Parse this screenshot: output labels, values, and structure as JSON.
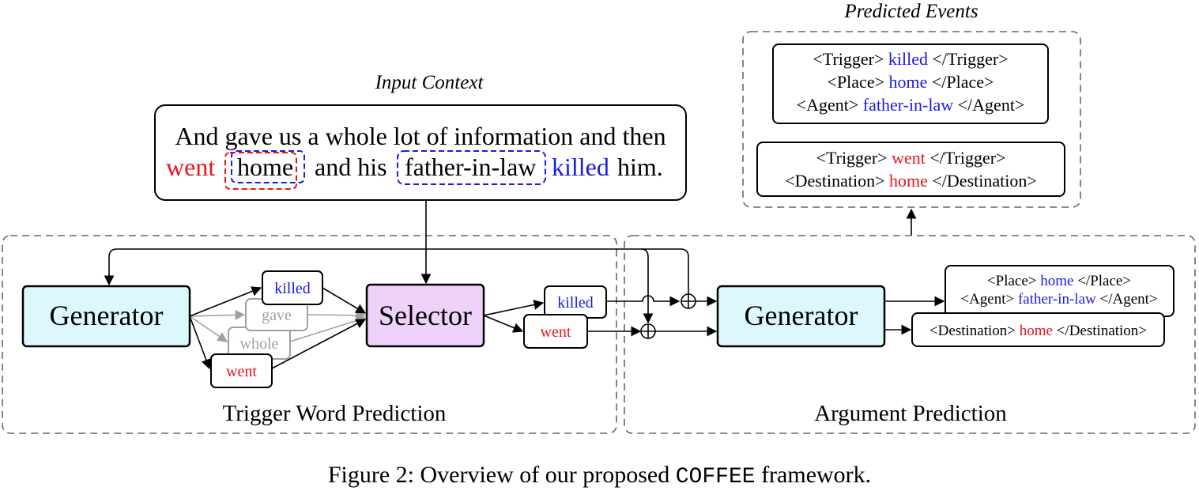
{
  "colors": {
    "trigger_red": "#e8141c",
    "trigger_blue": "#1a1ae6",
    "generator_fill": "#dcf8fc",
    "selector_fill": "#eed2fa",
    "faded_gray": "#a0a0a0"
  },
  "input_context": {
    "label": "Input Context",
    "line1": "And gave us a whole lot of information and then",
    "line2": {
      "went": "went",
      "home": "home",
      "and_his": "and his",
      "father_in_law": "father-in-law",
      "killed": "killed",
      "him": "him."
    }
  },
  "trigger_section": {
    "label": "Trigger Word Prediction",
    "generator": "Generator",
    "selector": "Selector",
    "candidates": [
      "killed",
      "gave",
      "whole",
      "went"
    ],
    "selected": [
      "killed",
      "went"
    ]
  },
  "argument_section": {
    "label": "Argument Prediction",
    "generator": "Generator",
    "output_1": {
      "place_open": "<Place>",
      "place": "home",
      "place_close": "</Place>",
      "agent_open": "<Agent>",
      "agent": "father-in-law",
      "agent_close": "</Agent>"
    },
    "output_2": {
      "dest_open": "<Destination>",
      "dest": "home",
      "dest_close": "</Destination>"
    }
  },
  "predicted_events": {
    "label": "Predicted Events",
    "event_1": {
      "trigger_open": "<Trigger>",
      "trigger": "killed",
      "trigger_close": "</Trigger>",
      "place_open": "<Place>",
      "place": "home",
      "place_close": "</Place>",
      "agent_open": "<Agent>",
      "agent": "father-in-law",
      "agent_close": "</Agent>"
    },
    "event_2": {
      "trigger_open": "<Trigger>",
      "trigger": "went",
      "trigger_close": "</Trigger>",
      "dest_open": "<Destination>",
      "dest": "home",
      "dest_close": "</Destination>"
    }
  },
  "caption": {
    "prefix": "Figure 2: Overview of our proposed ",
    "name": "COFFEE",
    "suffix": " framework."
  }
}
